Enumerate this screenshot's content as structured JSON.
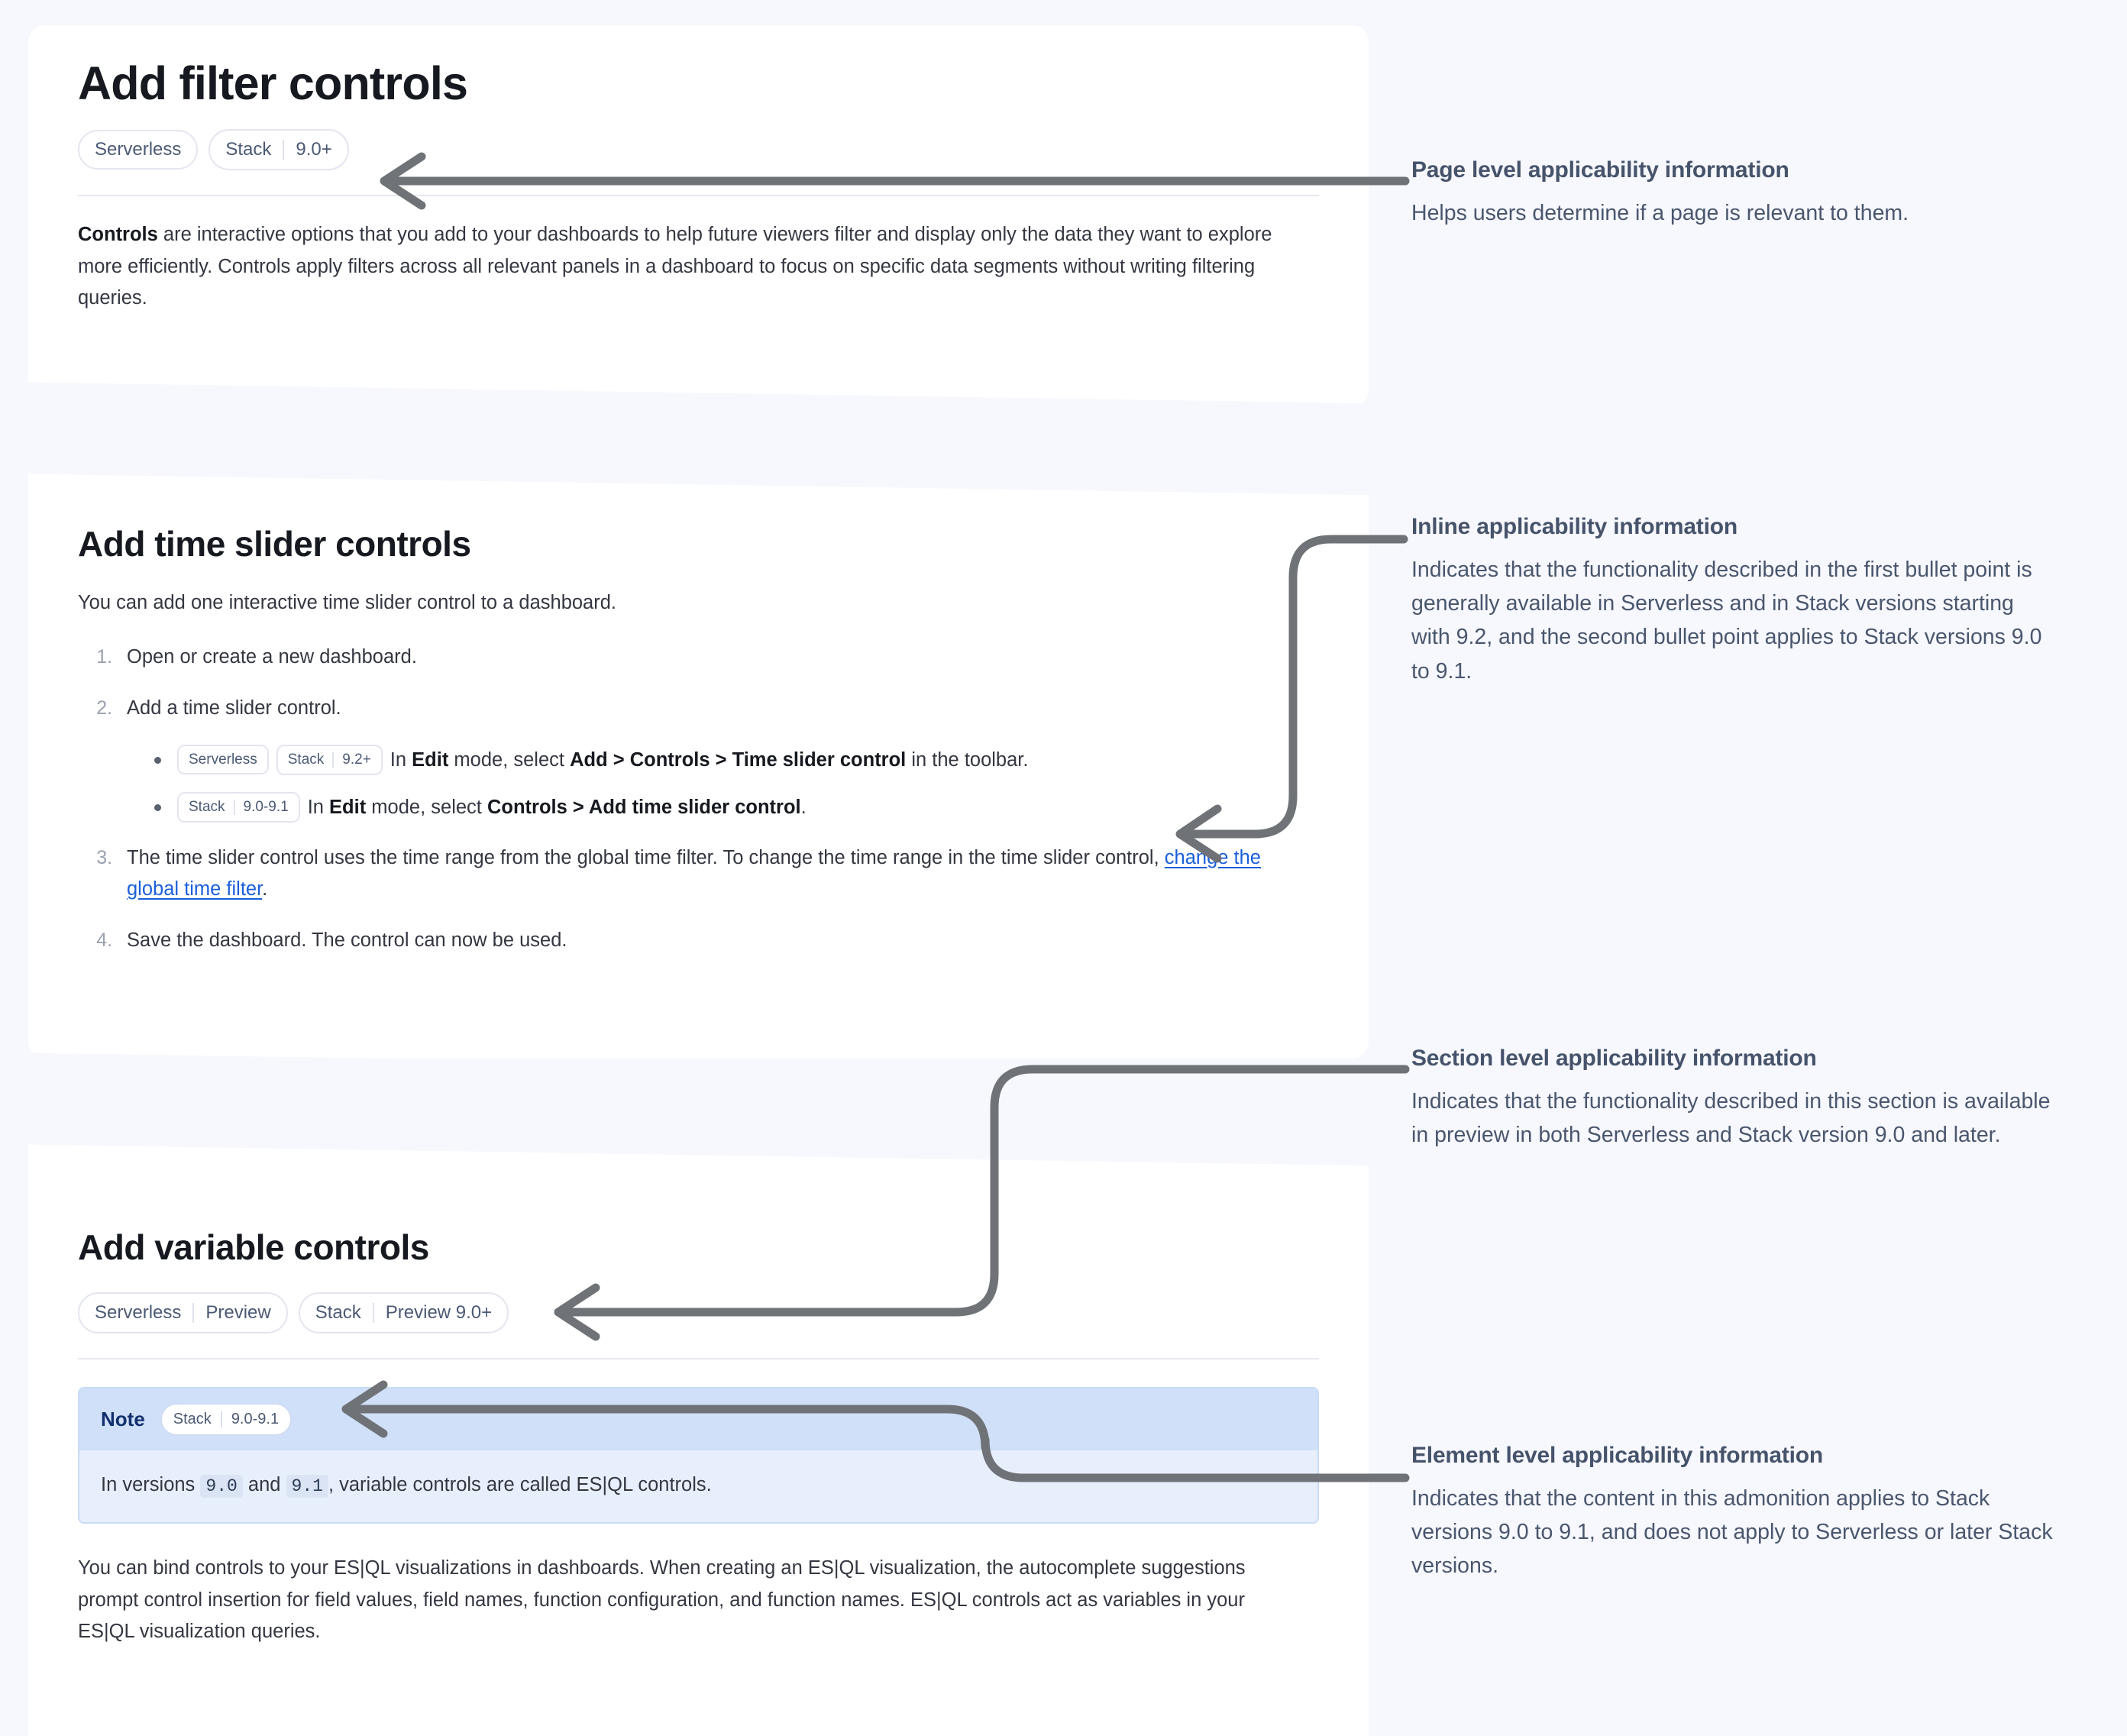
{
  "theme": {
    "page_bg": "#f6f8fd",
    "card_bg": "#ffffff",
    "heading": "#16191f",
    "body_text": "#343741",
    "badge_text": "#4b5a74",
    "badge_border": "#e3e6ef",
    "link": "#1a5edb",
    "annotation_heading": "#46536b",
    "annotation_body": "#4a566e",
    "arrow": "#6f7277",
    "note_head_bg": "#cfe0f8",
    "note_body_bg": "#e8effc",
    "note_border": "#c9dcf7",
    "note_title": "#12306e"
  },
  "page": {
    "title": "Add filter controls",
    "badges": [
      {
        "label": "Serverless",
        "version": ""
      },
      {
        "label": "Stack",
        "version": "9.0+"
      }
    ],
    "intro": {
      "lead": "Controls",
      "rest": " are interactive options that you add to your dashboards to help future viewers filter and display only the data they want to explore more efficiently. Controls apply filters across all relevant panels in a dashboard to focus on specific data segments without writing filtering queries."
    }
  },
  "time_slider_section": {
    "title": "Add time slider controls",
    "intro": "You can add one interactive time slider control to a dashboard.",
    "steps": [
      {
        "text": "Open or create a new dashboard."
      },
      {
        "text": "Add a time slider control."
      },
      {
        "text_a": "The time slider control uses the time range from the global time filter. To change the time range in the time slider control, ",
        "link": "change the global time filter",
        "text_b": "."
      },
      {
        "text": "Save the dashboard. The control can now be used."
      }
    ],
    "bullets": [
      {
        "badges": [
          {
            "label": "Serverless",
            "version": ""
          },
          {
            "label": "Stack",
            "version": "9.2+"
          }
        ],
        "segments": [
          {
            "t": "In ",
            "b": false
          },
          {
            "t": "Edit",
            "b": true
          },
          {
            "t": " mode, select ",
            "b": false
          },
          {
            "t": "Add > Controls > Time slider control",
            "b": true
          },
          {
            "t": " in the toolbar.",
            "b": false
          }
        ]
      },
      {
        "badges": [
          {
            "label": "Stack",
            "version": "9.0-9.1"
          }
        ],
        "segments": [
          {
            "t": "In ",
            "b": false
          },
          {
            "t": "Edit",
            "b": true
          },
          {
            "t": " mode, select ",
            "b": false
          },
          {
            "t": "Controls > Add time slider control",
            "b": true
          },
          {
            "t": ".",
            "b": false
          }
        ]
      }
    ]
  },
  "variable_section": {
    "title": "Add variable controls",
    "badges": [
      {
        "label": "Serverless",
        "version": "Preview"
      },
      {
        "label": "Stack",
        "version": "Preview 9.0+"
      }
    ],
    "note": {
      "word": "Note",
      "badge": {
        "label": "Stack",
        "version": "9.0-9.1"
      },
      "body_a": "In versions ",
      "code_1": "9.0",
      "body_b": " and ",
      "code_2": "9.1",
      "body_c": ", variable controls are called ES|QL controls."
    },
    "paragraph": "You can bind controls to your ES|QL visualizations in dashboards. When creating an ES|QL visualization, the autocomplete suggestions prompt control insertion for field values, field names, function configuration, and function names. ES|QL controls act as variables in your ES|QL visualization queries."
  },
  "annotations": [
    {
      "id": "page",
      "title": "Page level applicability information",
      "body": "Helps users determine if a page is relevant to them."
    },
    {
      "id": "inline",
      "title": "Inline applicability information",
      "body": "Indicates that the functionality described in the first bullet point is generally available in Serverless and in Stack versions starting with 9.2, and the second bullet point applies to Stack versions 9.0 to 9.1."
    },
    {
      "id": "section",
      "title": "Section level applicability information",
      "body": "Indicates that the functionality described in this section is available in preview in both Serverless and Stack version 9.0 and later."
    },
    {
      "id": "element",
      "title": "Element level applicability information",
      "body": "Indicates that the content in this admonition applies to Stack versions 9.0 to 9.1, and does not apply to Serverless or later Stack versions."
    }
  ]
}
